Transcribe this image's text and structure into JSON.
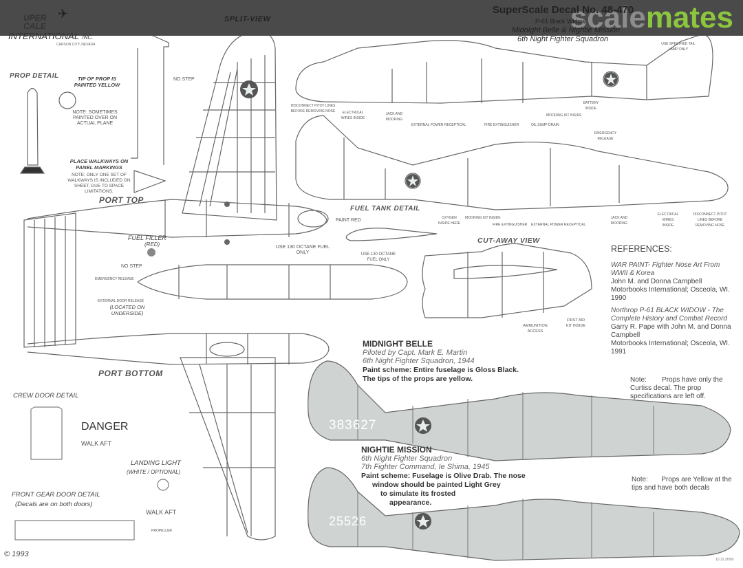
{
  "header": {
    "title": "SuperScale Decal No. 48-470",
    "subtitle": "P-61 Black Widow",
    "decal_names": "Midnight Belle & Nightie Mission",
    "squadron": "6th Night Fighter Squadron",
    "watermark_part1": "scale",
    "watermark_part2": "mates"
  },
  "logo": {
    "line1": "UPER",
    "line2": "CALE",
    "line3": "INTERNATIONAL",
    "suffix": "INC.",
    "location": "CARSON CITY, NEVADA"
  },
  "split_view_title": "SPLIT-VIEW",
  "prop_detail": {
    "title": "PROP DETAIL",
    "tip_note": "TIP OF PROP IS PAINTED YELLOW",
    "note": "NOTE: SOMETIMES PAINTED OVER ON ACTUAL PLANE"
  },
  "walkways": {
    "title": "PLACE WALKWAYS ON PANEL MARKINGS",
    "note": "NOTE: ONLY ONE SET OF WALKWAYS IS INCLUDED ON SHEET, DUE TO SPACE LIMITATIONS."
  },
  "port_top": "PORT TOP",
  "port_bottom": "PORT BOTTOM",
  "fuel_filler": {
    "title": "FUEL FILLER",
    "color": "(RED)"
  },
  "callouts": {
    "no_step": "NO STEP",
    "no_step_wing": "NO STEP",
    "octane": "USE 130 OCTANE FUEL ONLY",
    "emergency_release": "EMERGENCY RELEASE",
    "external_door_release": "EXTERNAL DOOR RELEASE",
    "located_underside": "(LOCATED ON UNDERSIDE)",
    "disconnect_pitot": "DISCONNECT PITOT LINES BEFORE REMOVING NOSE",
    "electrical_wires": "ELECTRICAL WIRES INSIDE",
    "jack_mooring": "JACK AND MOORING",
    "ext_power": "EXTERNAL POWER RECEPTICAL",
    "fire_ext": "FIRE EXTINGUISHER",
    "oil_sump": "OIL SUMP DRAIN",
    "mooring_kit": "MOORING KIT INSIDE",
    "battery": "BATTERY INSIDE",
    "oxygen": "OXYGEN INSIDE HERE",
    "emergency_release_2": "EMERGENCY RELEASE",
    "ammo": "AMMUNITION ACCESS",
    "first_aid": "FIRST AID KIT INSIDE",
    "paint_red": "PAINT RED",
    "tail_lamp": "USE SPECIFIED TAIL LAMP ONLY"
  },
  "fuel_tank_detail": "FUEL TANK DETAIL",
  "cut_away_view": "CUT-AWAY VIEW",
  "references": {
    "title": "REFERENCES:",
    "items": [
      {
        "title": "WAR PAINT- Fighter Nose Art From WWII & Korea",
        "authors": "John M. and Donna Campbell",
        "publisher": "Motorbooks International; Osceola, WI. 1990"
      },
      {
        "title": "Northrop P-61 BLACK WIDOW - The Complete History and Combat Record",
        "authors": "Garry R. Pape with John M. and Donna Campbell",
        "publisher": "Motorbooks International; Osceola, WI. 1991"
      }
    ]
  },
  "midnight_belle": {
    "title": "MIDNIGHT BELLE",
    "pilot": "Piloted by Capt. Mark E. Martin",
    "unit": "6th Night Fighter Squadron, 1944",
    "paint1": "Paint scheme: Entire fuselage is Gloss Black.",
    "paint2": "The tips of the props are yellow.",
    "serial": "383627",
    "note_label": "Note:",
    "note": "Props have only the Curtiss decal. The prop specifications are left off."
  },
  "nightie_mission": {
    "title": "NIGHTIE MISSION",
    "unit1": "6th Night Fighter Squadron",
    "unit2": "7th Fighter Command, Ie Shima, 1945",
    "paint1": "Paint scheme: Fuselage is Olive Drab. The nose",
    "paint2": "window should be painted Light Grey",
    "paint3": "to simulate its frosted",
    "paint4": "appearance.",
    "serial": "25526",
    "note_label": "Note:",
    "note": "Props are Yellow at the tips and have both decals"
  },
  "crew_door": {
    "title": "CREW DOOR DETAIL",
    "danger": "DANGER",
    "walk_aft": "WALK AFT"
  },
  "landing_light": {
    "title": "LANDING LIGHT",
    "note": "(WHITE / OPTIONAL)"
  },
  "front_gear": {
    "title": "FRONT GEAR DOOR DETAIL",
    "note": "(Decals are on both doors)",
    "walk_aft": "WALK AFT",
    "propeller": "PROPELLER"
  },
  "copyright": "© 1993",
  "print_code": "10.12.26/50",
  "colors": {
    "band": "#4a4a4a",
    "brand_green": "#8cc63f",
    "brand_grey": "#8c8c8c",
    "line": "#555555",
    "fill_grey": "#cfd3d2"
  }
}
